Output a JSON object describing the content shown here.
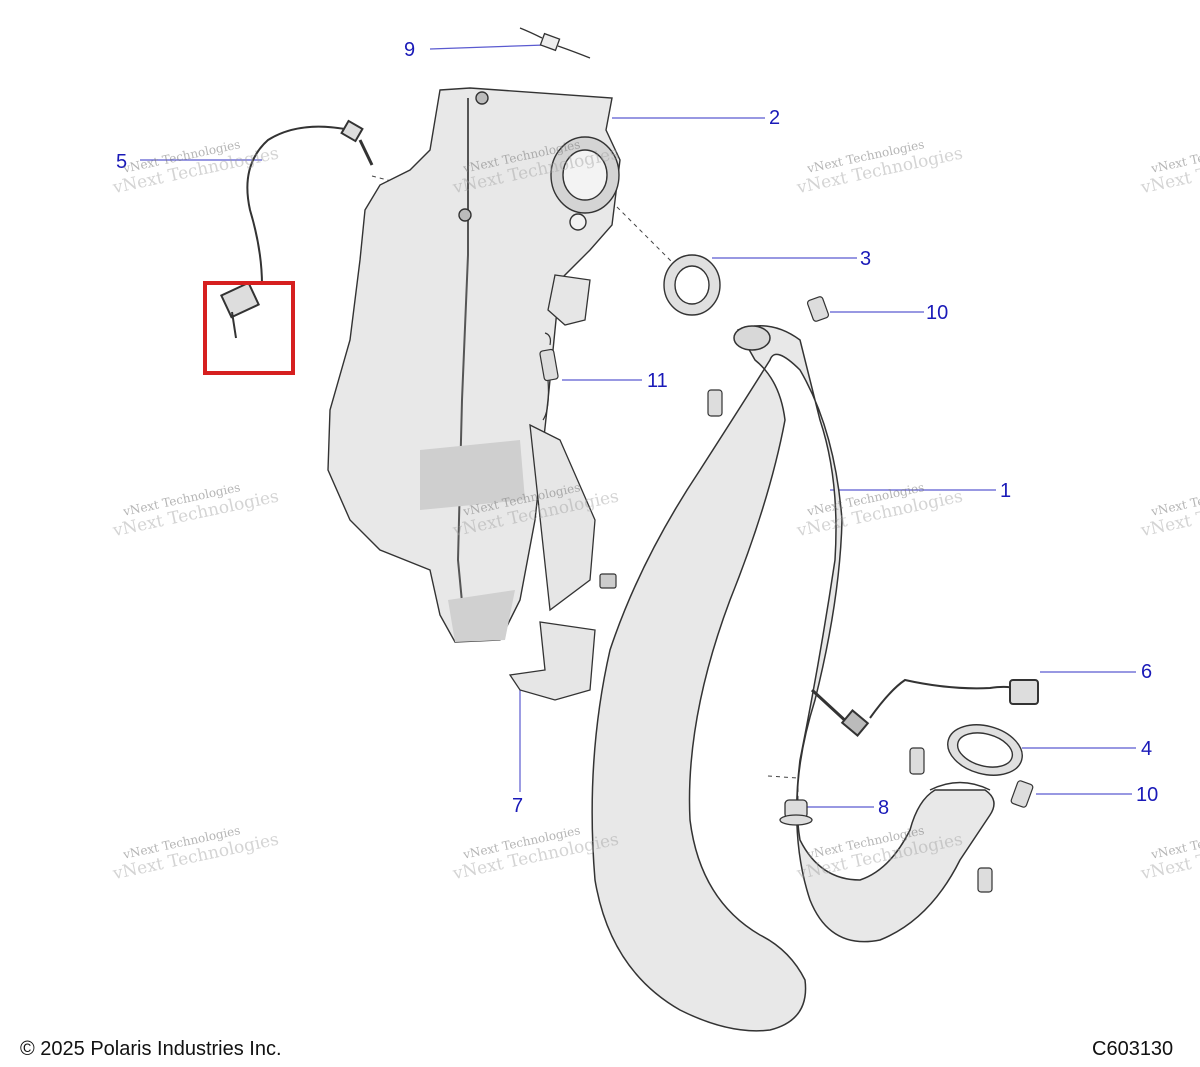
{
  "callouts": [
    {
      "id": "c9",
      "label": "9"
    },
    {
      "id": "c2",
      "label": "2"
    },
    {
      "id": "c5",
      "label": "5"
    },
    {
      "id": "c3",
      "label": "3"
    },
    {
      "id": "c10a",
      "label": "10"
    },
    {
      "id": "c11",
      "label": "11"
    },
    {
      "id": "c1",
      "label": "1"
    },
    {
      "id": "c6",
      "label": "6"
    },
    {
      "id": "c4",
      "label": "4"
    },
    {
      "id": "c10b",
      "label": "10"
    },
    {
      "id": "c7",
      "label": "7"
    },
    {
      "id": "c8",
      "label": "8"
    }
  ],
  "watermark": {
    "line1": "vNext Technologies",
    "line2": "vNext Technologies"
  },
  "footer": {
    "copyright": "© 2025 Polaris Industries Inc.",
    "code": "C603130"
  },
  "colors": {
    "callout": "#1a1ab8",
    "highlight": "#d61f1f",
    "part_fill": "#e8e8e8",
    "outline": "#333333"
  }
}
